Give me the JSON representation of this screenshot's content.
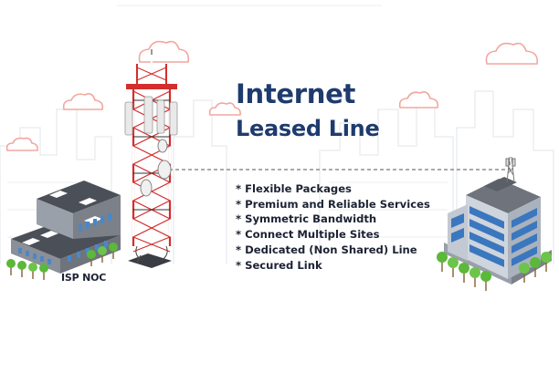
{
  "title": {
    "line1": "Internet",
    "line2": "Leased Line"
  },
  "features": [
    "* Flexible Packages",
    "* Premium and Reliable Services",
    "* Symmetric Bandwidth",
    "* Connect Multiple Sites",
    "* Dedicated (Non Shared) Line",
    "* Secured Link"
  ],
  "noc_label": "ISP NOC",
  "icons": {
    "tower": "telecom-tower-icon",
    "noc_building": "isp-noc-building-icon",
    "office_building": "office-building-icon",
    "clouds": "cloud-icon",
    "trees": "tree-icon"
  },
  "colors": {
    "title": "#1f3b6e",
    "text": "#1c2233",
    "tower_red": "#d32d2d",
    "tower_white": "#f2f2f2",
    "link_dash": "#555555",
    "cloud_outline": "#f2a7a0",
    "skyline": "#e6e9ee",
    "building_blue": "#3a77bf",
    "tree_green": "#5bb83a"
  }
}
